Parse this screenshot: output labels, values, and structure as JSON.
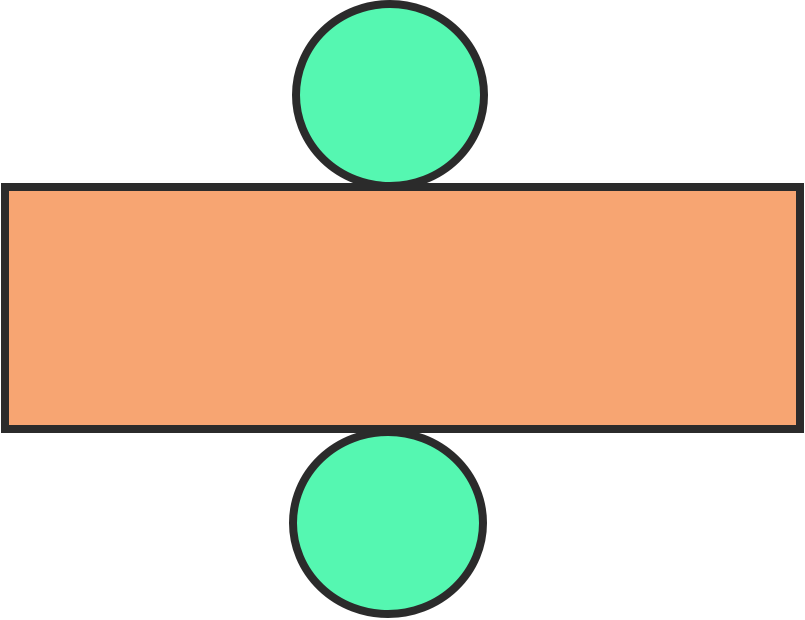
{
  "figure": {
    "kind": "cylinder-net",
    "parts": [
      {
        "id": "top-circle",
        "shape": "circle"
      },
      {
        "id": "lateral-rectangle",
        "shape": "rectangle"
      },
      {
        "id": "bottom-circle",
        "shape": "circle"
      }
    ]
  },
  "colors": {
    "circle_fill": "#55f7b1",
    "rectangle_fill": "#f7a572",
    "outline": "#2b2b2b",
    "background": "#ffffff"
  }
}
